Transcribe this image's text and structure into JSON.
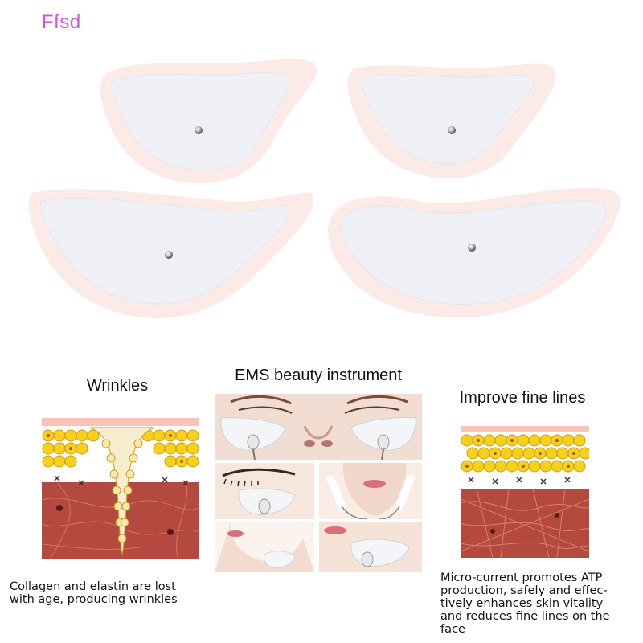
{
  "brand": "Ffsd",
  "sections": {
    "wrinkles": {
      "title": "Wrinkles",
      "caption_lines": [
        "Collagen and elastin are lost",
        "with age, producing wrinkles"
      ]
    },
    "ems": {
      "title": "EMS beauty instrument"
    },
    "improve": {
      "title": "Improve fine lines",
      "caption_lines": [
        "Micro-current promotes ATP",
        "production, safely and effec-",
        "tively enhances skin vitality",
        "and reduces fine lines on the",
        "face"
      ]
    }
  },
  "colors": {
    "brand": "#cc55dd",
    "pad_fill": "#eef0f5",
    "pad_rim": "#fbeae6",
    "dermis": "#b44a3f",
    "cells": "#f4d21c"
  }
}
